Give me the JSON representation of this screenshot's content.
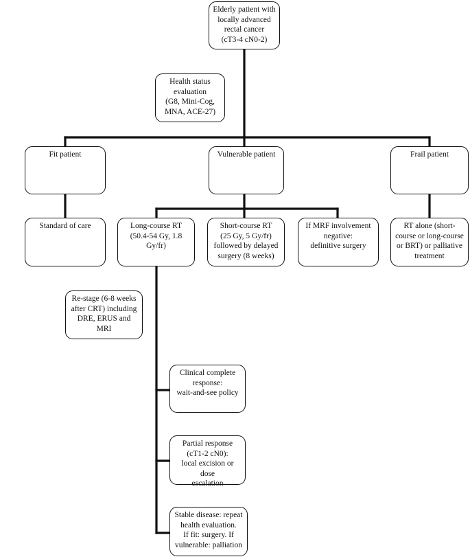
{
  "nodes": {
    "root": "Elderly patient with\nlocally advanced\nrectal cancer\n(cT3-4 cN0-2)",
    "health": "Health status\nevaluation\n(G8, Mini-Cog,\nMNA, ACE-27)",
    "fit": "Fit patient",
    "vulnerable": "Vulnerable patient",
    "frail": "Frail patient",
    "standard": "Standard of care",
    "long_course": "Long-course RT\n(50.4-54 Gy, 1.8\nGy/fr)",
    "short_course": "Short-course RT\n(25 Gy, 5 Gy/fr)\nfollowed by delayed\nsurgery (8 weeks)",
    "mrf": "If MRF involvement\nnegative:\ndefinitive surgery",
    "rt_alone": "RT alone (short-\ncourse or long-course\nor BRT) or palliative\ntreatment",
    "restage": "Re-stage (6-8 weeks\nafter CRT) including\nDRE, ERUS and\nMRI",
    "complete": "Clinical complete\nresponse:\nwait-and-see policy",
    "partial": "Partial response\n(cT1-2 cN0):\nlocal excision or dose\nescalation",
    "stable": "Stable disease: repeat\nhealth evaluation.\nIf fit: surgery. If\nvulnerable: palliation"
  }
}
